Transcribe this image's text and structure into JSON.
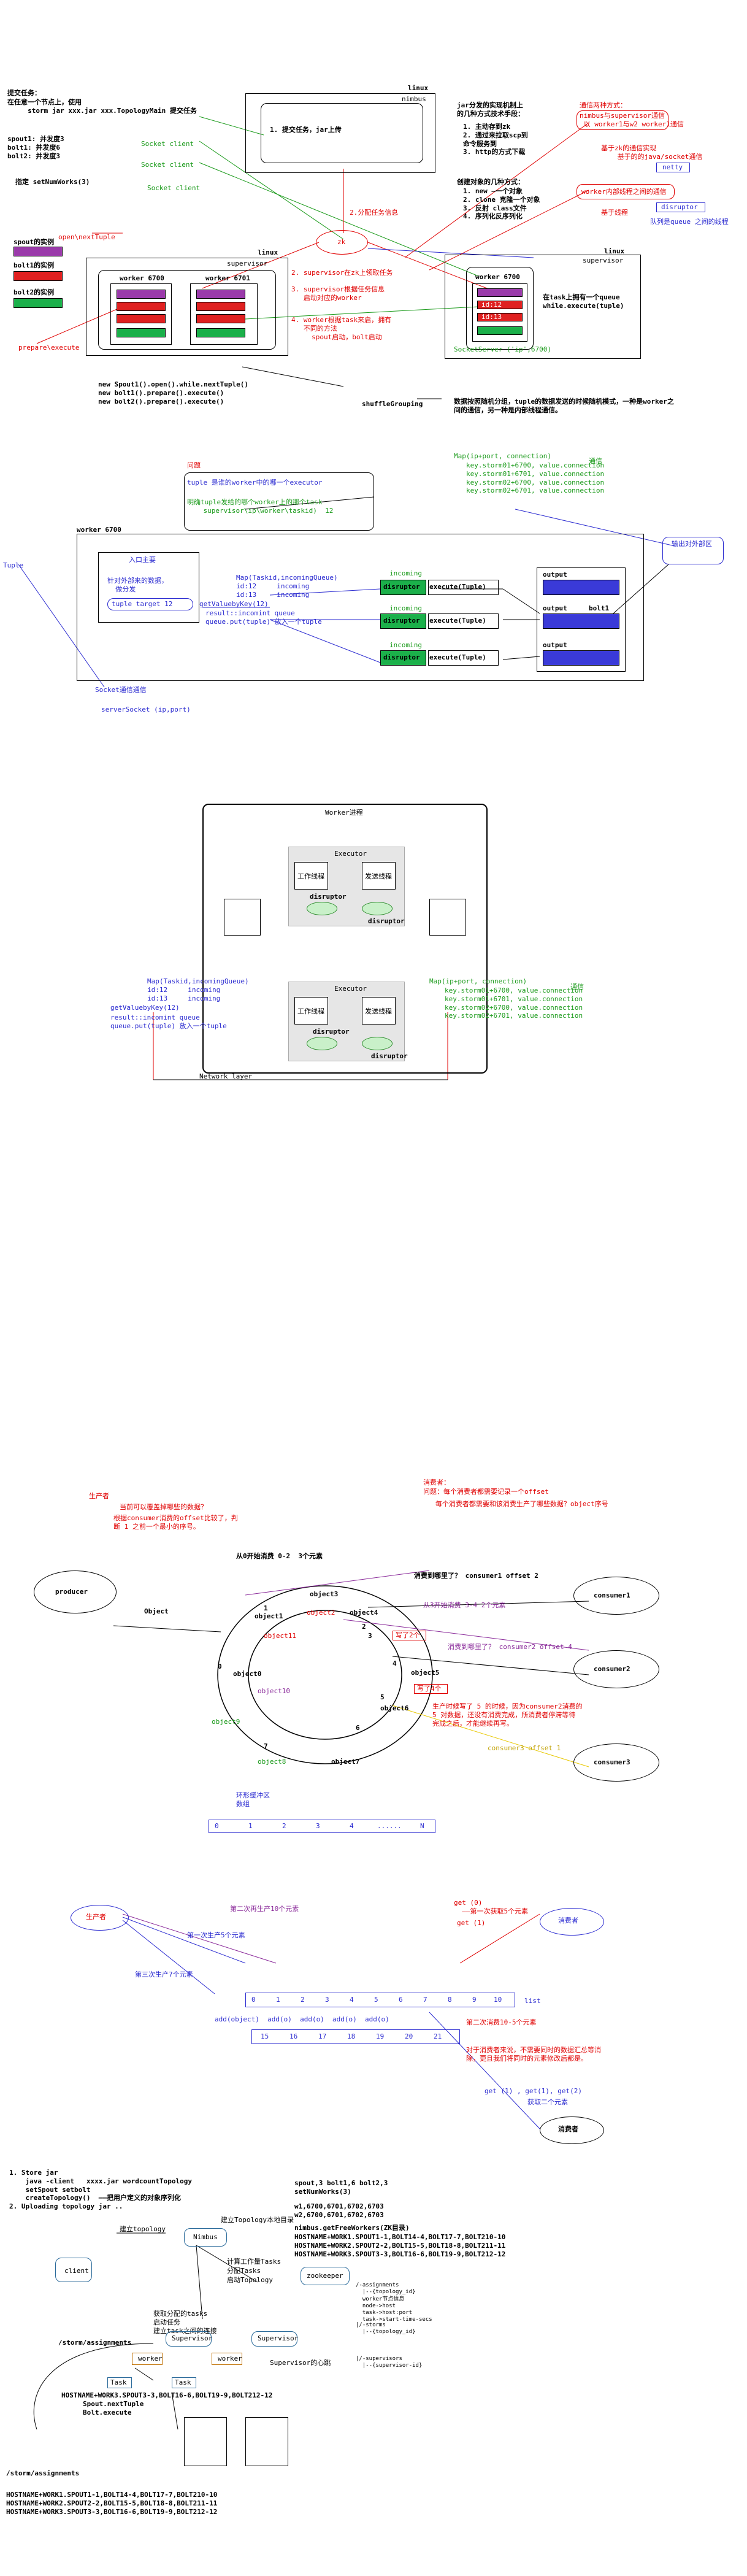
{
  "s1": {
    "submit_title": "提交任务：",
    "submit_desc": "在任意一个节点上，使用\n     storm jar xxx.jar xxx.TopologyMain 提交任务",
    "spouts": "spout1: 并发度3\nbolt1: 并发度6\nbolt2: 并发度3",
    "setnum": "指定 setNumWorks(3)",
    "linux": "linux",
    "nimbus": "nimbus",
    "nimbus_step": "1. 提交任务，jar上传",
    "sock_client1": "Socket client",
    "sock_client2": "Socket client",
    "sock_client3": "Socket client",
    "zk": "zk",
    "assign": "2.分配任务信息",
    "jar_title": "jar分发的实现机制上\n的几种方式技术手段：",
    "jar_steps": "1. 主动存到zk\n2. 通过来拉取scp到\n命令服务到\n3. http的方式下载",
    "worker_ways_title": "创建对象的几种方式：",
    "worker_ways": "1. new —一个对象\n2. clone 克隆一个对象\n3. 反射 class文件\n4. 序列化反序列化",
    "comm_title": "通信两种方式：",
    "comm_a": "nimbus与supervisor通信\n 以 worker1与w2 worker1通信",
    "comm_b": "基于zk的通信实现\n    基于的的java/socket通信",
    "netty": "netty",
    "worker_comm": "worker内部线程之间的通信",
    "disruptor": "disruptor",
    "queue_note": "基于线程",
    "queue_note2": "队列是queue 之间的线程",
    "spout_inst": "spout的实例",
    "bolt1_inst": "bolt1的实例",
    "bolt2_inst": "bolt2的实例",
    "open_next": "open\\nextTuple",
    "prepare": "prepare\\execute",
    "supervisor": "supervisor",
    "worker6700": "worker 6700",
    "worker6701": "worker 6701",
    "step2": "2. supervisor在zk上领取任务",
    "step3": "3. supervisor根据任务信息\n   启动对应的worker",
    "step4": "4. worker根据task来启，拥有\n   不同的方法\n     spout启动，bolt启动",
    "id12": "id:12",
    "id13": "id:13",
    "sock_server": "SocketServer ('ip',6700)",
    "task_note": "在task上拥有一个queue\nwhile.execute(tuple)",
    "code": "new Spout1().open().while.nextTuple()\nnew bolt1().prepare().execute()\nnew bolt2().prepare().execute()",
    "shuffle": "shuffleGrouping",
    "shuffle_note": "数据按照随机分组，tuple的数据发送的时候随机模式，一种是worker之\n间的通信，另一种是内部线程通信。"
  },
  "s2": {
    "title": "问题",
    "tuple_q": "tuple 是谁的worker中的哪一个executor",
    "tuple_a": "明确tuple发给的哪个worker上的哪个task\n    supervisor\\ip\\worker\\taskid)  12",
    "map_top_title": "Map(ip+port, connection)",
    "map_top_rows": "key.storm01+6700, value.connection\nkey.storm01+6701, value.connection\nkey.storm02+6700, value.connection\nkey.storm02+6701, value.connection",
    "comm": "通信",
    "worker": "worker 6700",
    "tuple_left": "Tuple",
    "outer_area": "输出对外部区",
    "inner_title": "入口主要",
    "inner_desc": "针对外部来的数据，\n  做分发",
    "tuple_target": "tuple target 12",
    "map_task": "Map(Taskid,incomingQueue)\nid:12     incoming\nid:13     incoming",
    "getval": "getValuebyKey(12)",
    "result": "result::incomint queue\nqueue.put(tuple) 放入一个tuple",
    "incoming": "incoming",
    "disruptor": "disruptor",
    "exec": "execute(Tuple)",
    "output": "output",
    "bolt1": "bolt1",
    "sock_comm": "Socket通信通信",
    "sock_server": "serverSocket (ip,port)"
  },
  "s3": {
    "title": "Worker进程",
    "executor": "Executor",
    "work_thread": "工作线程",
    "send_thread": "发送线程",
    "disruptor": "disruptor",
    "map_task": "Map(Taskid,incomingQueue)\nid:12     incoming\nid:13     incoming",
    "getval": "getValuebyKey(12)",
    "result": "result::incomint queue\nqueue.put(tuple) 放入一个tuple",
    "map_conn_title": "Map(ip+port, connection)",
    "map_conn_rows": "key.storm01+6700, value.connection\nkey.storm01+6701, value.connection\nkey.storm02+6700, value.connection\nkey.storm02+6701, value.connection",
    "comm": "通信",
    "network": "Network layer"
  },
  "s4": {
    "consumer_title": "消费者：",
    "consumer_q": "问题：每个消费者都需要记录一个offset",
    "consumer_q2": "   每个消费者都需要和该消费生产了哪些数据？object序号",
    "producer_title": "生产者",
    "producer_q": "当前可以覆盖掉哪些的数据？",
    "producer_q2": "根据consumer消费的offset比较了，判\n断 1 之前一个最小的序号。",
    "from0": "从0开始消费 0-2  3个元素",
    "consumer_offset": "消费到哪里了？ consumer1 offset 2",
    "from3": "从3开始消费 3-4 2个元素",
    "consumer_offset2": "消费到哪里了？ consumer2 offset 4",
    "producer": "producer",
    "object": "Object",
    "consumer1": "consumer1",
    "consumer2": "consumer2",
    "consumer3": "consumer3",
    "consumer3_note": "consumer3 offset 1",
    "objects": [
      "object3",
      "object2",
      "object4",
      "object1",
      "object11",
      "object5",
      "object0",
      "object10",
      "object6",
      "object9",
      "object8",
      "object7"
    ],
    "nums": [
      "0",
      "1",
      "2",
      "3",
      "4",
      "5",
      "6",
      "7"
    ],
    "write_note": "写了2个",
    "pos_note": "写了4个",
    "red_note": "生产时候写了 5 的时候，因为consumer2消费的\n5 对数据，还没有消费完成，所消费者停滞等待\n完成之后，才能继续再写。",
    "array_label": "环形缓冲区\n数组",
    "cells": [
      "0",
      "1",
      "2",
      "3",
      "4",
      "......",
      "N"
    ]
  },
  "s5": {
    "producer": "生产者",
    "consumer": "消费者",
    "second_produce": "第二次再生产10个元素",
    "first_produce": "第一次生产5个元素",
    "third_produce": "第三次生产7个元素",
    "get_a": "get (0)\n  ——第一次获取5个元素",
    "get_b": "get (1)",
    "list": "list",
    "add_row": "add(object)  add(o)  add(o)  add(o)  add(o)",
    "cells_top": [
      "0",
      "1",
      "2",
      "3",
      "4",
      "5",
      "6",
      "7",
      "8",
      "9",
      "10"
    ],
    "cells_bottom": [
      "15",
      "16",
      "17",
      "18",
      "19",
      "20",
      "21"
    ],
    "second_consume": "第二次消费10-5个元素",
    "consume_note": "对于消费者来说，不需要同时的数据汇总等消\n除，更且我们将同时的元素修改后都是。",
    "get_c": "get (1) , get(1), get(2)",
    "get_c2": "获取二个元素",
    "consumer2": "消费者"
  },
  "s6": {
    "steps": "1. Store jar\n    java -client   xxxx.jar wordcountTopology\n    setSpout setbolt\n    createTopology()  ——把用户定义的对象序列化\n2. Uploading topology jar ..",
    "spout_cfg": "spout,3 bolt1,6 bolt2,3\nsetNumWorks(3)",
    "workers_cfg": "w1,6700,6701,6702,6703\nw2,6700,6701,6702,6703",
    "nimbus_fn": "nimbus.getFreeWorkers(ZK目录)",
    "host_rows": "HOSTNAME+WORK1.SPOUT1-1,BOLT14-4,BOLT17-7,BOLT210-10\nHOSTNAME+WORK2.SPOUT2-2,BOLT15-5,BOLT18-8,BOLT211-11\nHOSTNAME+WORK3.SPOUT3-3,BOLT16-6,BOLT19-9,BOLT212-12",
    "client": "client",
    "nimbus": "Nimbus",
    "zookeeper": "zookeeper",
    "build_topo": "建立topology",
    "build_struct": "建立Topology本地目录",
    "calc_tasks": "计算工作量Tasks",
    "assign_tasks": "分配Tasks",
    "start_topo": "启动Topology",
    "assignments": "/-assignments\n  |--{topology_id}\n  worker节点信息\n  node->host\n  task->host:port\n  task->start-time-secs",
    "storms": "|/-storms\n  |--{topology_id}",
    "supervisors": "|/-supervisors\n  |--{supervisor-id}",
    "get_tasks": "获取分配的tasks\n启动任务\n建立task之间的连接",
    "storm_assign": "/storm/assignments",
    "supervisor": "Supervisor",
    "worker": "worker",
    "task": "Task",
    "heartbeat": "Supervisor的心跳",
    "host_line": "HOSTNAME+WORK3.SPOUT3-3,BOLT16-6,BOLT19-9,BOLT212-12",
    "spout_next": "Spout.nextTuple\nBolt.execute",
    "storm_assign2": "/storm/assignments",
    "host_rows2": "HOSTNAME+WORK1.SPOUT1-1,BOLT14-4,BOLT17-7,BOLT210-10\nHOSTNAME+WORK2.SPOUT2-2,BOLT15-5,BOLT18-8,BOLT211-11\nHOSTNAME+WORK3.SPOUT3-3,BOLT16-6,BOLT19-9,BOLT212-12"
  }
}
